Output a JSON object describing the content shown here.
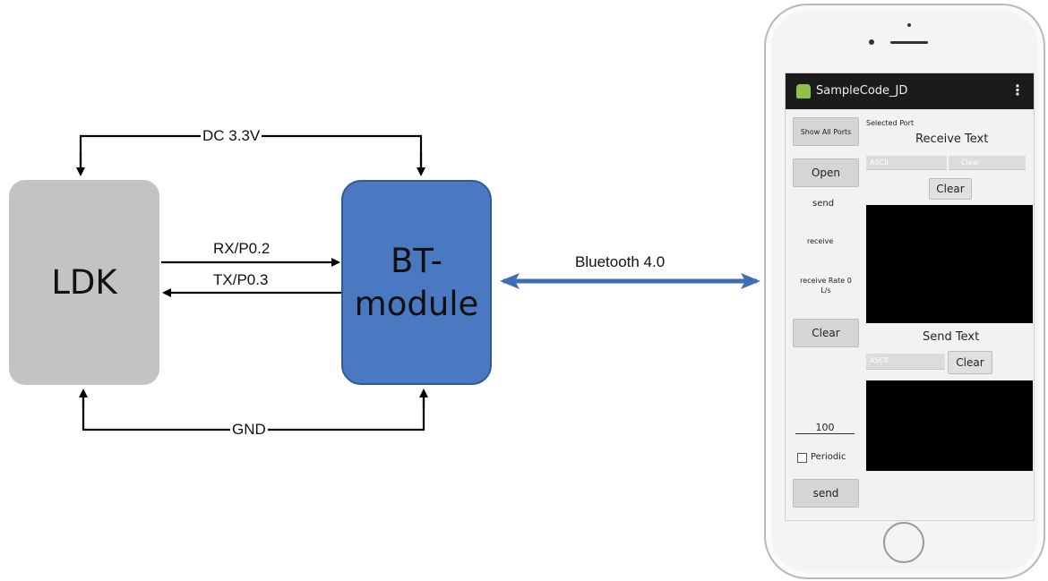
{
  "diagram": {
    "ldk_label": "LDK",
    "bt_label_line1": "BT-",
    "bt_label_line2": "module",
    "power_label": "DC 3.3V",
    "rx_label": "RX/P0.2",
    "tx_label": "TX/P0.3",
    "gnd_label": "GND",
    "bluetooth_label": "Bluetooth 4.0",
    "colors": {
      "ldk_fill": "#c3c3c3",
      "bt_fill": "#4a79c1",
      "arrow_blue": "#3e6eb5"
    }
  },
  "app": {
    "title": "SampleCode_JD",
    "menu_icon": "overflow-menu-icon",
    "app_icon": "android-icon",
    "left_buttons": {
      "show_all_ports": "Show All Ports",
      "open": "Open",
      "clear": "Clear",
      "send": "send"
    },
    "left_labels": {
      "send": "send",
      "receive": "receive",
      "receive_rate": "receive Rate 0 L/s"
    },
    "selected_port_label": "Selected Port",
    "receive_text_title": "Receive Text",
    "receive_ascii": "ASCII",
    "receive_clear_small": "Clear",
    "receive_clear": "Clear",
    "send_text_title": "Send Text",
    "send_ascii": "ASCII",
    "send_clear": "Clear",
    "period_value": "100",
    "periodic_label": "Periodic"
  }
}
